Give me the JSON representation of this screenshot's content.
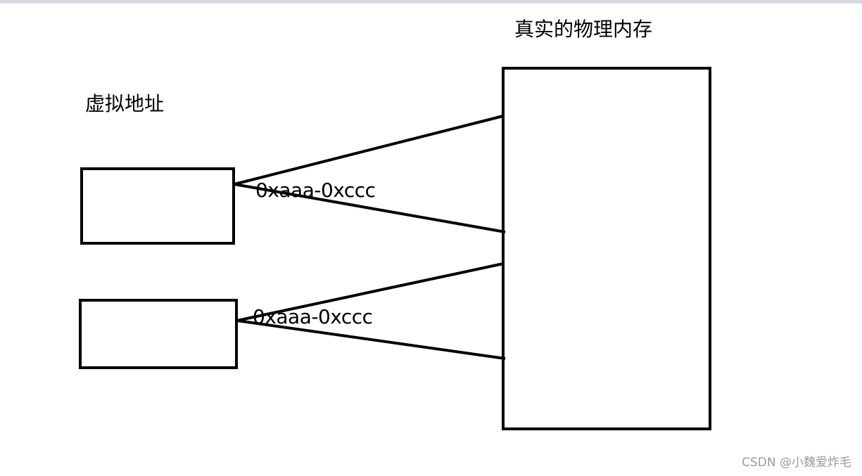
{
  "labels": {
    "virtual_address": "虚拟地址",
    "physical_memory": "真实的物理内存",
    "range_1": "0xaaa-0xccc",
    "range_2": "0xaaa-0xccc"
  },
  "watermark": "CSDN @小魏爱炸毛",
  "colors": {
    "stroke": "#000000",
    "background": "#ffffff",
    "top_border": "#d5dbe6",
    "watermark": "#9a9a9a"
  }
}
